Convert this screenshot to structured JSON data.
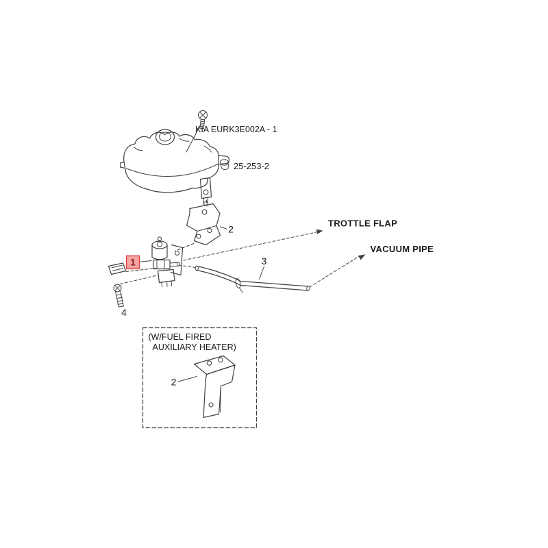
{
  "diagram": {
    "code": "KIA EURK3E002A - 1",
    "ref": "25-253-2",
    "labels": {
      "throttle_flap": "TROTTLE FLAP",
      "vacuum_pipe": "VACUUM PIPE"
    },
    "callouts": {
      "valve": "1",
      "bracket": "2",
      "pipe": "3",
      "bolt": "4",
      "inset_bracket": "2"
    },
    "inset": {
      "caption_line1": "(W/FUEL FIRED",
      "caption_line2": "AUXILIARY HEATER)"
    },
    "colors": {
      "line": "#404040",
      "text": "#1a1a1a",
      "highlight_fill": "#f5a3a3",
      "highlight_stroke": "#e03a3a",
      "highlight_text": "#8b1a1a"
    }
  }
}
